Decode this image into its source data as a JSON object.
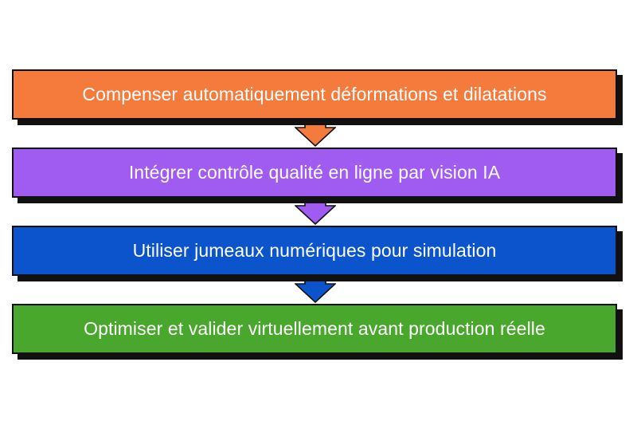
{
  "steps": [
    {
      "label": "Compenser automatiquement déformations et dilatations",
      "color": "#F47B3B"
    },
    {
      "label": "Intégrer contrôle qualité en ligne par vision IA",
      "color": "#A05CF0"
    },
    {
      "label": "Utiliser jumeaux numériques pour simulation",
      "color": "#0B54CC"
    },
    {
      "label": "Optimiser et valider virtuellement avant production réelle",
      "color": "#4AA72D"
    }
  ],
  "outline_color": "#111111",
  "text_color": "#ffffff"
}
